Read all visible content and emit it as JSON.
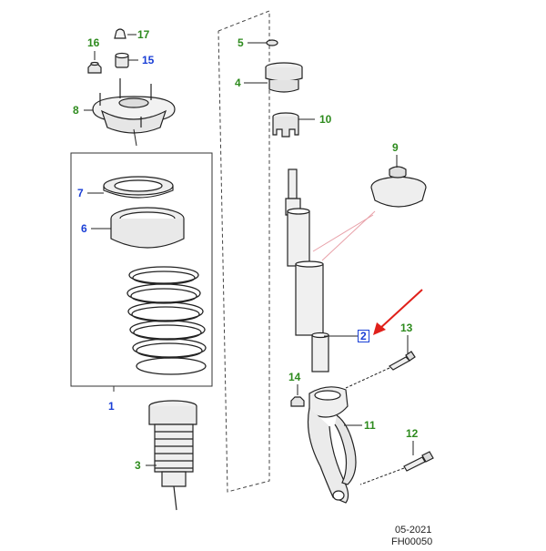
{
  "callouts": [
    {
      "id": "c1",
      "label": "1",
      "color": "blue"
    },
    {
      "id": "c2",
      "label": "2",
      "color": "blue",
      "boxed": true
    },
    {
      "id": "c3",
      "label": "3",
      "color": "green"
    },
    {
      "id": "c4",
      "label": "4",
      "color": "green"
    },
    {
      "id": "c5",
      "label": "5",
      "color": "green"
    },
    {
      "id": "c6",
      "label": "6",
      "color": "blue"
    },
    {
      "id": "c7",
      "label": "7",
      "color": "blue"
    },
    {
      "id": "c8",
      "label": "8",
      "color": "green"
    },
    {
      "id": "c9",
      "label": "9",
      "color": "green"
    },
    {
      "id": "c10",
      "label": "10",
      "color": "green"
    },
    {
      "id": "c11",
      "label": "11",
      "color": "green"
    },
    {
      "id": "c12",
      "label": "12",
      "color": "green"
    },
    {
      "id": "c13",
      "label": "13",
      "color": "green"
    },
    {
      "id": "c14",
      "label": "14",
      "color": "green"
    },
    {
      "id": "c15",
      "label": "15",
      "color": "blue"
    },
    {
      "id": "c16",
      "label": "16",
      "color": "green"
    },
    {
      "id": "c17",
      "label": "17",
      "color": "green"
    }
  ],
  "footer": {
    "date": "05-2021",
    "code": "FH00050"
  },
  "colors": {
    "green": "#2e8b1e",
    "blue": "#1a3fd6",
    "arrow": "#e0201a",
    "line": "#222222",
    "pink": "#e8a0a8"
  }
}
